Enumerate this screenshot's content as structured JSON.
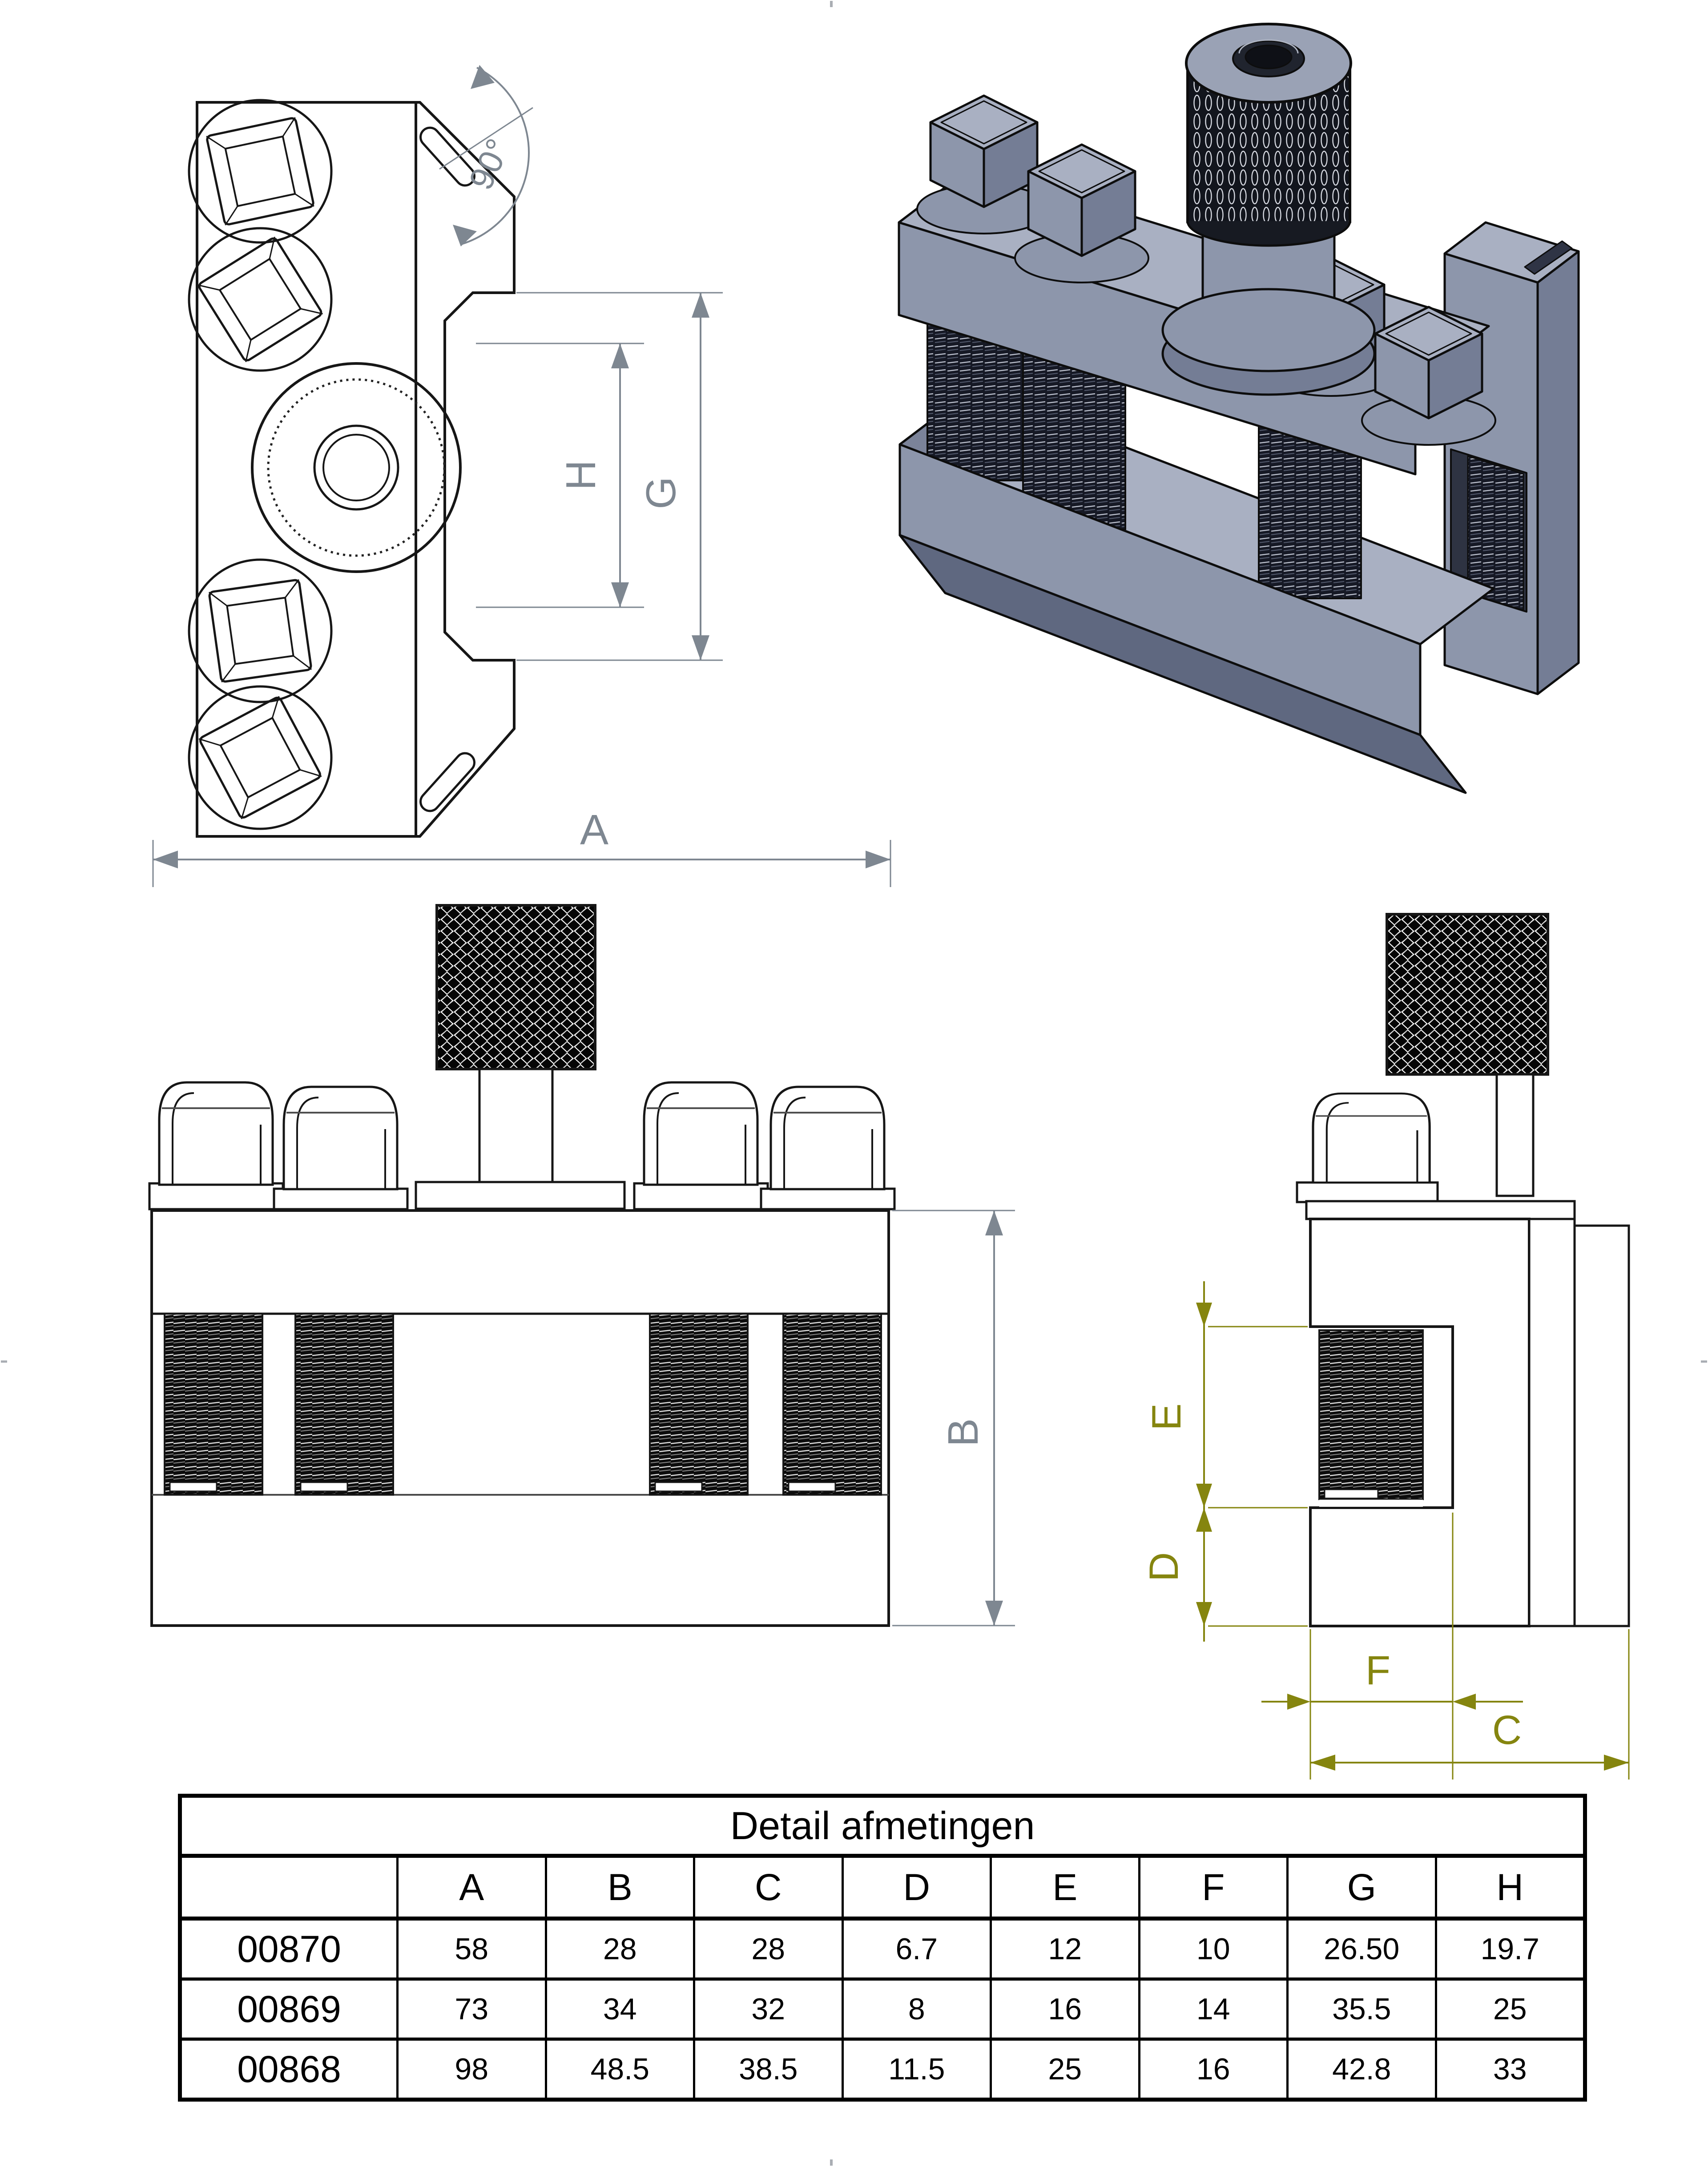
{
  "table": {
    "title": "Detail afmetingen",
    "columns": [
      "A",
      "B",
      "C",
      "D",
      "E",
      "F",
      "G",
      "H"
    ],
    "rows": [
      {
        "id": "00870",
        "values": [
          "58",
          "28",
          "28",
          "6.7",
          "12",
          "10",
          "26.50",
          "19.7"
        ]
      },
      {
        "id": "00869",
        "values": [
          "73",
          "34",
          "32",
          "8",
          "16",
          "14",
          "35.5",
          "25"
        ]
      },
      {
        "id": "00868",
        "values": [
          "98",
          "48.5",
          "38.5",
          "11.5",
          "25",
          "16",
          "42.8",
          "33"
        ]
      }
    ]
  },
  "dims": {
    "a": "A",
    "b": "B",
    "c": "C",
    "d": "D",
    "e": "E",
    "f": "F",
    "g": "G",
    "h": "H",
    "angle": "90°"
  },
  "colors": {
    "outline": "#161616",
    "dim_gray": "#7e8791",
    "dim_olive": "#85850f",
    "body_mid": "#8d96ab",
    "body_light": "#a9b0c2",
    "body_dark": "#747d95",
    "knurl_dark": "#12151d"
  }
}
